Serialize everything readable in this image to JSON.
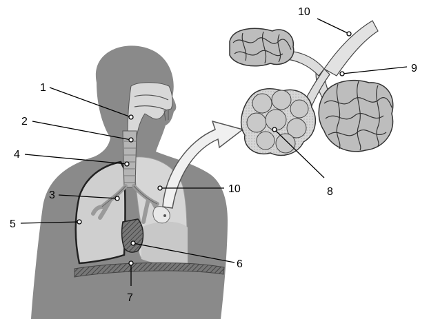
{
  "labels": {
    "l1": "1",
    "l2": "2",
    "l3": "3",
    "l4": "4",
    "l5": "5",
    "l6": "6",
    "l7": "7",
    "l8": "8",
    "l9": "9",
    "l10_top": "10",
    "l10_mid": "10"
  },
  "colors": {
    "body": "#8a8a8a",
    "lung": "#cfcfcf",
    "airway": "#b5b5b5",
    "leader": "#000000"
  }
}
